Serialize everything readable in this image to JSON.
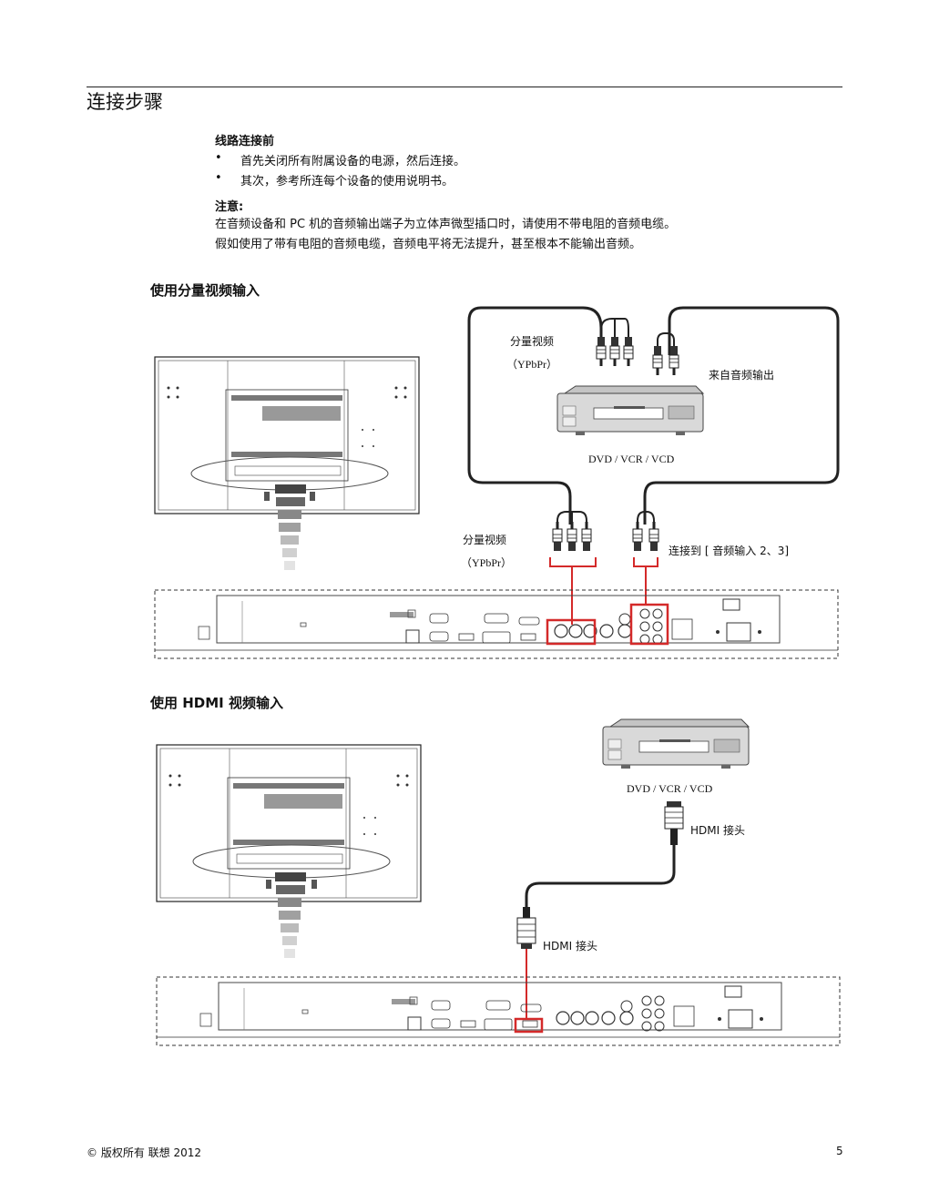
{
  "page": {
    "title": "连接步骤",
    "before_connect": {
      "heading": "线路连接前",
      "bullets": [
        "首先关闭所有附属设备的电源，然后连接。",
        "其次，参考所连每个设备的使用说明书。"
      ]
    },
    "note": {
      "heading": "注意:",
      "lines": [
        "在音频设备和 PC 机的音频输出端子为立体声微型插口时，请使用不带电阻的音频电缆。",
        "假如使用了带有电阻的音频电缆，音频电平将无法提升，甚至根本不能输出音频。"
      ]
    },
    "section1": {
      "heading": "使用分量视频输入",
      "label_component_top": "分量视频",
      "label_ypbpr_top": "（YPbPr）",
      "label_audio_out": "来自音频输出",
      "label_device": "DVD / VCR / VCD",
      "label_component_bottom": "分量视频",
      "label_ypbpr_bottom": "（YPbPr）",
      "label_audio_in": "连接到 [ 音频输入 2、3]"
    },
    "section2": {
      "heading": "使用 HDMI 视频输入",
      "label_device": "DVD / VCR / VCD",
      "label_hdmi_top": "HDMI 接头",
      "label_hdmi_bottom": "HDMI 接头"
    },
    "footer": {
      "copyright": "© 版权所有 联想 2012",
      "page_number": "5"
    }
  },
  "colors": {
    "highlight": "#d42a2a",
    "line": "#222222"
  }
}
